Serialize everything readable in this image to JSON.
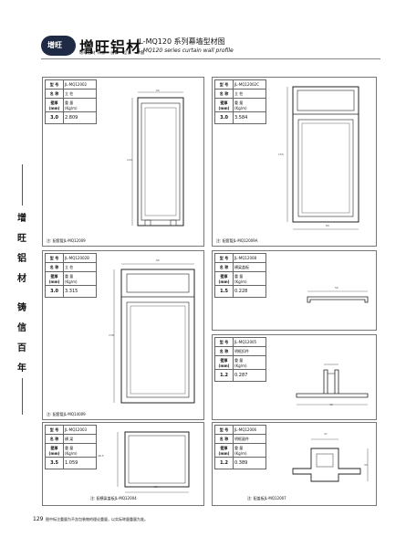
{
  "header": {
    "logo_mark": "增旺",
    "brand": "增旺铝材",
    "brand_sub": "增旺铝材  科技 · 创新 · 品质 · 卓越",
    "series_cn": "JL-MQ120 系列幕墙型材图",
    "series_en": "JL-MQ120 series curtain wall profile"
  },
  "side_text": [
    "增",
    "旺",
    "铝",
    "材",
    "铸",
    "信",
    "百",
    "年"
  ],
  "labels": {
    "model": "型 号",
    "name": "名 称",
    "thickness": "壁厚",
    "thickness_unit": "(mm)",
    "weight": "重 量",
    "weight_unit": "(Kg/m)"
  },
  "panels": [
    {
      "model": "JL-MQ12002",
      "name": "立 柱",
      "thickness": "3.0",
      "weight": "2.809",
      "note": "注: 配套管JL-MQ12009",
      "dims": {
        "w": "60",
        "h": "120"
      }
    },
    {
      "model": "JL-MQ12002C",
      "name": "立 柱",
      "thickness": "3.0",
      "weight": "3.584",
      "note": "注: 配套管JL-MQ12009A",
      "dims": {
        "w": "60",
        "h": "150"
      }
    },
    {
      "model": "JL-MQ12002B",
      "name": "立 柱",
      "thickness": "3.0",
      "weight": "3.315",
      "note": "注: 配套管JL-MQ14009",
      "dims": {
        "w": "60",
        "h": "138"
      }
    },
    {
      "model": "JL-MQ12008",
      "name": "横梁盖板",
      "thickness": "1.5",
      "weight": "0.228",
      "note": "",
      "dims": {
        "w": "50"
      }
    },
    {
      "model": "JL-MQ12005",
      "name": "明框扣件",
      "thickness": "1.2",
      "weight": "0.287",
      "note": "",
      "dims": {
        "w": "48"
      }
    },
    {
      "model": "JL-MQ12003",
      "name": "横 梁",
      "thickness": "3.5",
      "weight": "1.059",
      "note": "注: 配横梁盖板JL-MQ12004",
      "dims": {
        "w": "50",
        "h": "46.5"
      }
    },
    {
      "model": "JL-MQ12006",
      "name": "明框副件",
      "thickness": "1.2",
      "weight": "0.389",
      "note": "注: 配盖板JL-MQ12007",
      "dims": {
        "w": "47",
        "h": "33"
      }
    }
  ],
  "footer": {
    "page": "129",
    "note": "图中标注重量为不含包装物的理论重量，以实际称量重量为准。"
  }
}
